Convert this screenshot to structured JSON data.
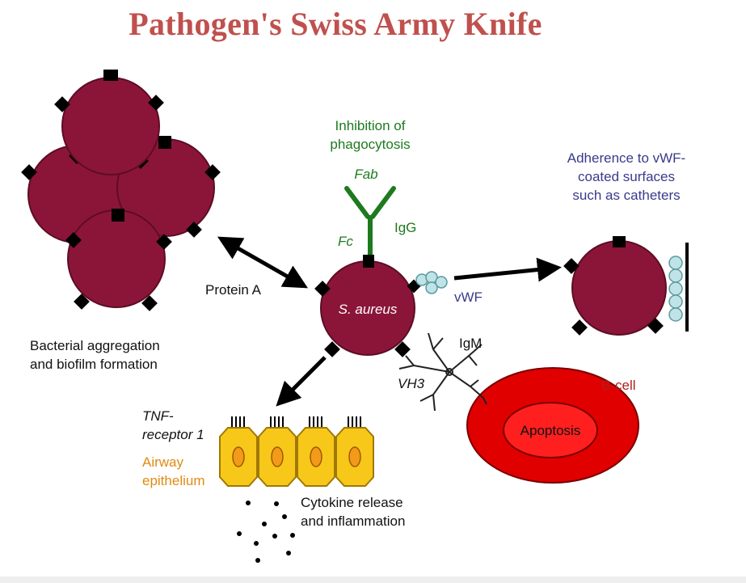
{
  "title": "Pathogen's Swiss Army Knife",
  "labels": {
    "inhibition": [
      "Inhibition of",
      "phagocytosis"
    ],
    "fab": "Fab",
    "fc": "Fc",
    "igg": "IgG",
    "adherence": [
      "Adherence to vWF-",
      "coated surfaces",
      "such as catheters"
    ],
    "protein_a": "Protein A",
    "s_aureus": "S. aureus",
    "vwf": "vWF",
    "aggregation": [
      "Bacterial aggregation",
      "and biofilm formation"
    ],
    "igm": "IgM",
    "vh3": "VH3",
    "b_cell": "B-cell",
    "apoptosis": "Apoptosis",
    "tnf": [
      "TNF-",
      "receptor 1"
    ],
    "airway": [
      "Airway",
      "epithelium"
    ],
    "cytokine": [
      "Cytokine release",
      "and inflammation"
    ]
  },
  "colors": {
    "title": "#c0504d",
    "bacterium": "#8b1538",
    "antibody": "#1e7a1e",
    "vwf_text": "#3a3a8c",
    "bcell_outer": "#e00000",
    "bcell_inner": "#ff1f1f",
    "epithelium": "#f7c81a",
    "nucleus": "#f29a1a",
    "vwf_bead": "#bfe3e6"
  }
}
